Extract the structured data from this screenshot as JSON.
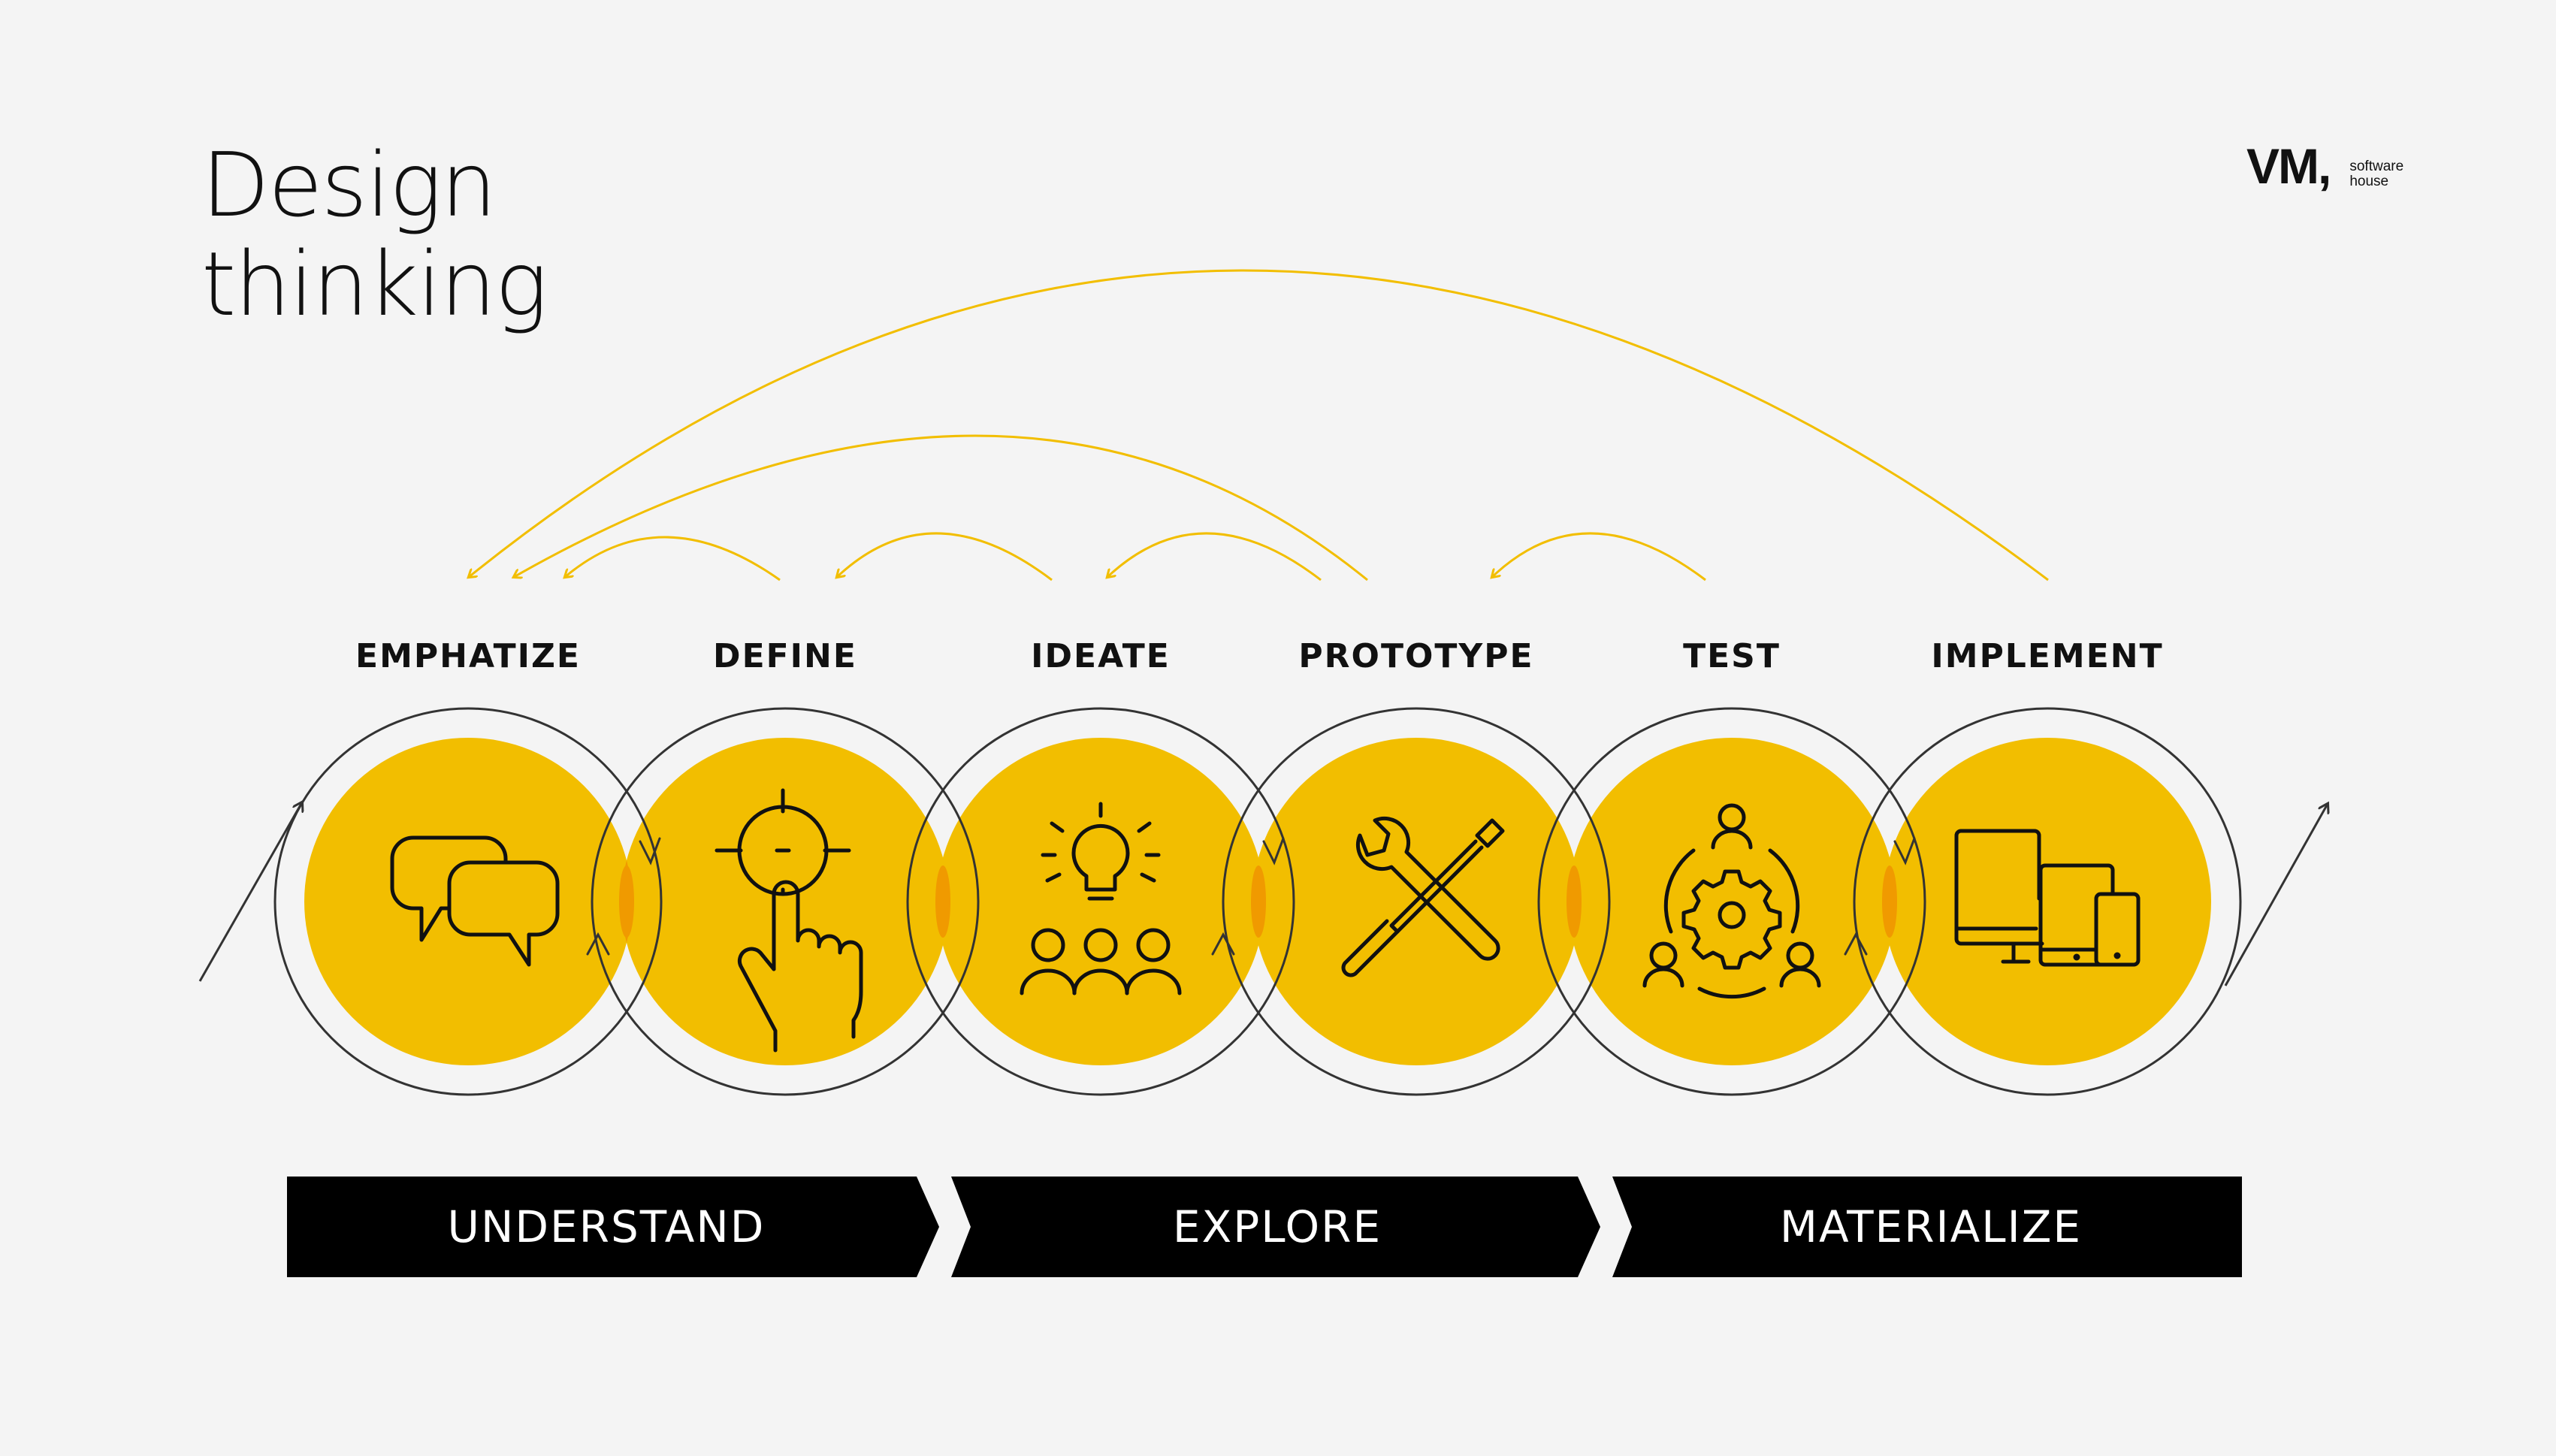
{
  "title": {
    "line1": "Design",
    "line2": "thinking"
  },
  "logo": {
    "mark": "VM,",
    "sub_line1": "software",
    "sub_line2": "house"
  },
  "stages": [
    {
      "label": "EMPHATIZE",
      "icon": "speech-bubbles-icon"
    },
    {
      "label": "DEFINE",
      "icon": "target-pointer-icon"
    },
    {
      "label": "IDEATE",
      "icon": "lightbulb-team-icon"
    },
    {
      "label": "PROTOTYPE",
      "icon": "wrench-screwdriver-icon"
    },
    {
      "label": "TEST",
      "icon": "gear-users-icon"
    },
    {
      "label": "IMPLEMENT",
      "icon": "devices-icon"
    }
  ],
  "phases": [
    {
      "label": "UNDERSTAND"
    },
    {
      "label": "EXPLORE"
    },
    {
      "label": "MATERIALIZE"
    }
  ],
  "colors": {
    "background": "#f4f4f4",
    "accent": "#f2be00",
    "overlap": "#f09a00",
    "outline": "#333333",
    "text": "#111111",
    "banner": "#000000",
    "banner_text": "#ffffff"
  }
}
